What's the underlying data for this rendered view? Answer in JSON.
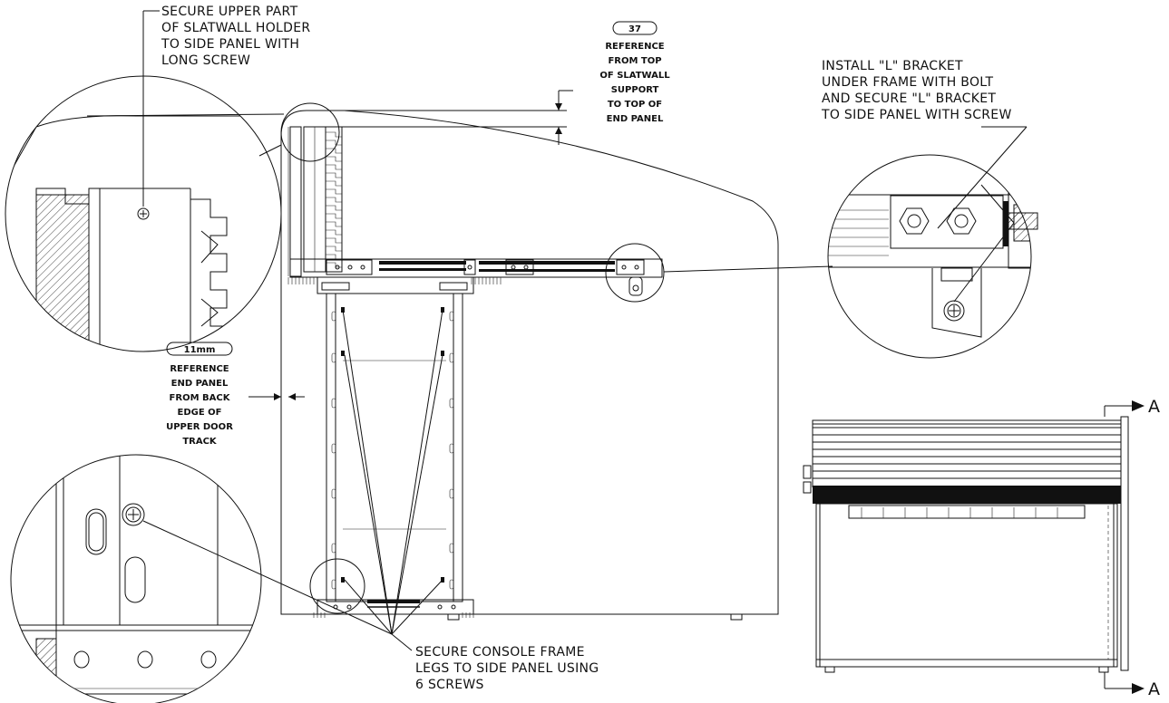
{
  "notes": {
    "upper_holder": [
      "SECURE UPPER PART",
      "OF SLATWALL HOLDER",
      "TO SIDE PANEL WITH",
      "LONG SCREW"
    ],
    "l_bracket": [
      "INSTALL \"L\" BRACKET",
      "UNDER FRAME WITH BOLT",
      "AND SECURE \"L\" BRACKET",
      "TO SIDE PANEL WITH SCREW"
    ],
    "console_legs": [
      "SECURE CONSOLE FRAME",
      "LEGS TO SIDE PANEL USING",
      "6 SCREWS"
    ]
  },
  "dimensions": {
    "top": {
      "value": "37",
      "lines": [
        "REFERENCE",
        "FROM TOP",
        "OF SLATWALL",
        "SUPPORT",
        "TO TOP OF",
        "END PANEL"
      ]
    },
    "side": {
      "value": "11mm",
      "lines": [
        "REFERENCE",
        "END PANEL",
        "FROM BACK",
        "EDGE OF",
        "UPPER DOOR",
        "TRACK"
      ]
    }
  },
  "section_marks": {
    "top": "A",
    "bottom": "A"
  }
}
